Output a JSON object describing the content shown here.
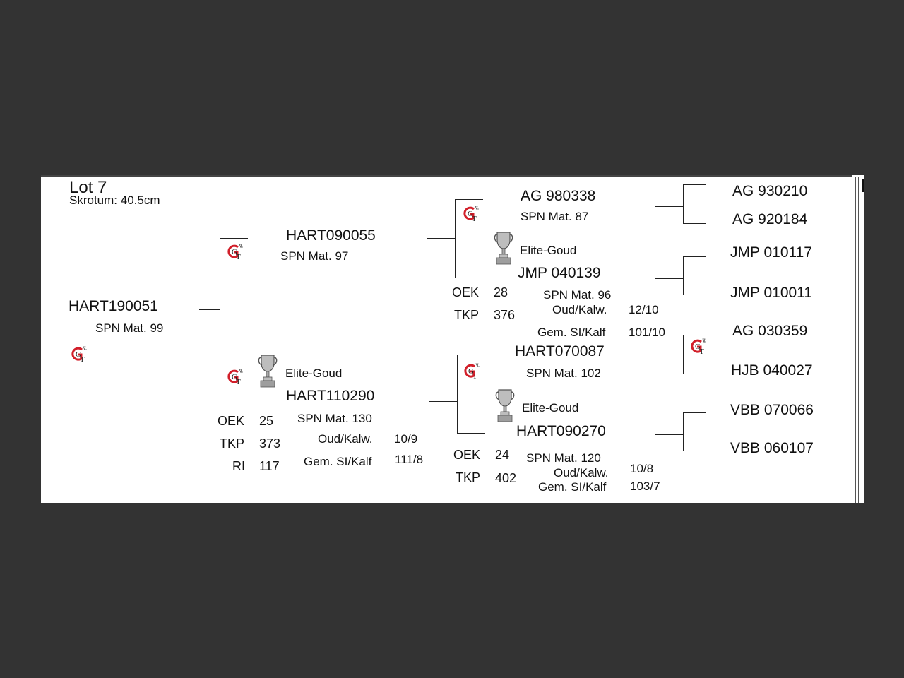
{
  "lot": {
    "title": "Lot 7",
    "skrotum": "Skrotum: 40.5cm"
  },
  "subject": {
    "id": "HART190051",
    "spn": "SPN Mat. 99",
    "logo": "gt-logo"
  },
  "sire": {
    "id": "HART090055",
    "spn": "SPN Mat. 97"
  },
  "dam": {
    "id": "HART110290",
    "badge": "Elite-Goud",
    "spn": "SPN Mat. 130",
    "oek_label": "OEK",
    "oek": "25",
    "tkp_label": "TKP",
    "tkp": "373",
    "ri_label": "RI",
    "ri": "117",
    "oud_label": "Oud/Kalw.",
    "oud": "10/9",
    "gem_label": "Gem. SI/Kalf",
    "gem": "111/8"
  },
  "ss": {
    "id": "AG  980338",
    "spn": "SPN Mat. 87"
  },
  "sd": {
    "id": "JMP 040139",
    "badge": "Elite-Goud",
    "spn": "SPN Mat. 96",
    "oek_label": "OEK",
    "oek": "28",
    "tkp_label": "TKP",
    "tkp": "376",
    "oud_label": "Oud/Kalw.",
    "oud": "12/10",
    "gem_label": "Gem. SI/Kalf",
    "gem": "101/10"
  },
  "ds": {
    "id": "HART070087",
    "spn": "SPN Mat. 102"
  },
  "dd": {
    "id": "HART090270",
    "badge": "Elite-Goud",
    "spn": "SPN Mat. 120",
    "oek_label": "OEK",
    "oek": "24",
    "tkp_label": "TKP",
    "tkp": "402",
    "oud_label": "Oud/Kalw.",
    "oud": "10/8",
    "gem_label": "Gem. SI/Kalf",
    "gem": "103/7"
  },
  "ggp": [
    "AG  930210",
    "AG  920184",
    "JMP 010117",
    "JMP 010011",
    "AG  030359",
    "HJB 040027",
    "VBB 070066",
    "VBB 060107"
  ]
}
